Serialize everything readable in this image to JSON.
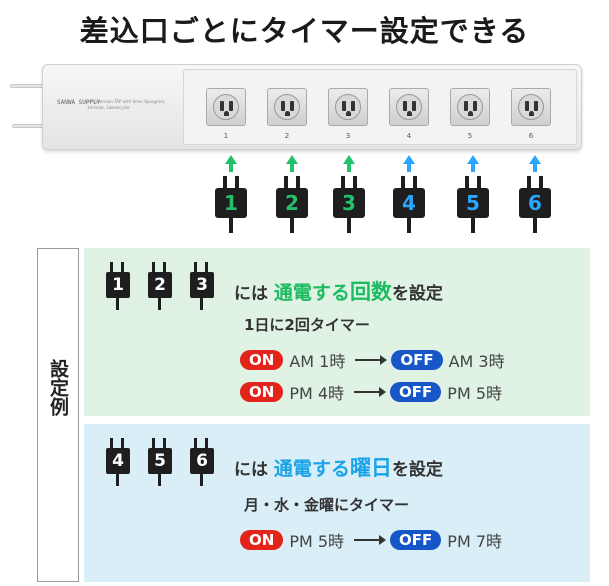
{
  "title": "差込口ごとにタイマー設定できる",
  "strip": {
    "brand": "SANWA SUPPLY",
    "description": "2P Extension TAP with timer 6program, 1minute, 1weekcycle",
    "outlets": [
      "1",
      "2",
      "3",
      "4",
      "5",
      "6"
    ]
  },
  "plugs": [
    {
      "label": "1",
      "color": "#22c26d"
    },
    {
      "label": "2",
      "color": "#22c26d"
    },
    {
      "label": "3",
      "color": "#22c26d"
    },
    {
      "label": "4",
      "color": "#2aa6ff"
    },
    {
      "label": "5",
      "color": "#2aa6ff"
    },
    {
      "label": "6",
      "color": "#2aa6ff"
    }
  ],
  "example_label": "設定例",
  "group1": {
    "plugs": [
      "1",
      "2",
      "3"
    ],
    "prefix": "には",
    "highlight_a": "通電する",
    "highlight_b": "回数",
    "suffix": "を設定",
    "subtitle": "1日に2回タイマー",
    "schedules": [
      {
        "on_label": "ON",
        "on_time": "AM 1時",
        "off_label": "OFF",
        "off_time": "AM 3時"
      },
      {
        "on_label": "ON",
        "on_time": "PM 4時",
        "off_label": "OFF",
        "off_time": "PM 5時"
      }
    ]
  },
  "group2": {
    "plugs": [
      "4",
      "5",
      "6"
    ],
    "prefix": "には",
    "highlight_a": "通電する",
    "highlight_b": "曜日",
    "suffix": "を設定",
    "subtitle": "月・水・金曜にタイマー",
    "schedules": [
      {
        "on_label": "ON",
        "on_time": "PM 5時",
        "off_label": "OFF",
        "off_time": "PM 7時"
      }
    ]
  },
  "colors": {
    "green": "#1dbb62",
    "blue": "#1aa3e8",
    "on": "#e2241b",
    "off": "#1656c7"
  }
}
